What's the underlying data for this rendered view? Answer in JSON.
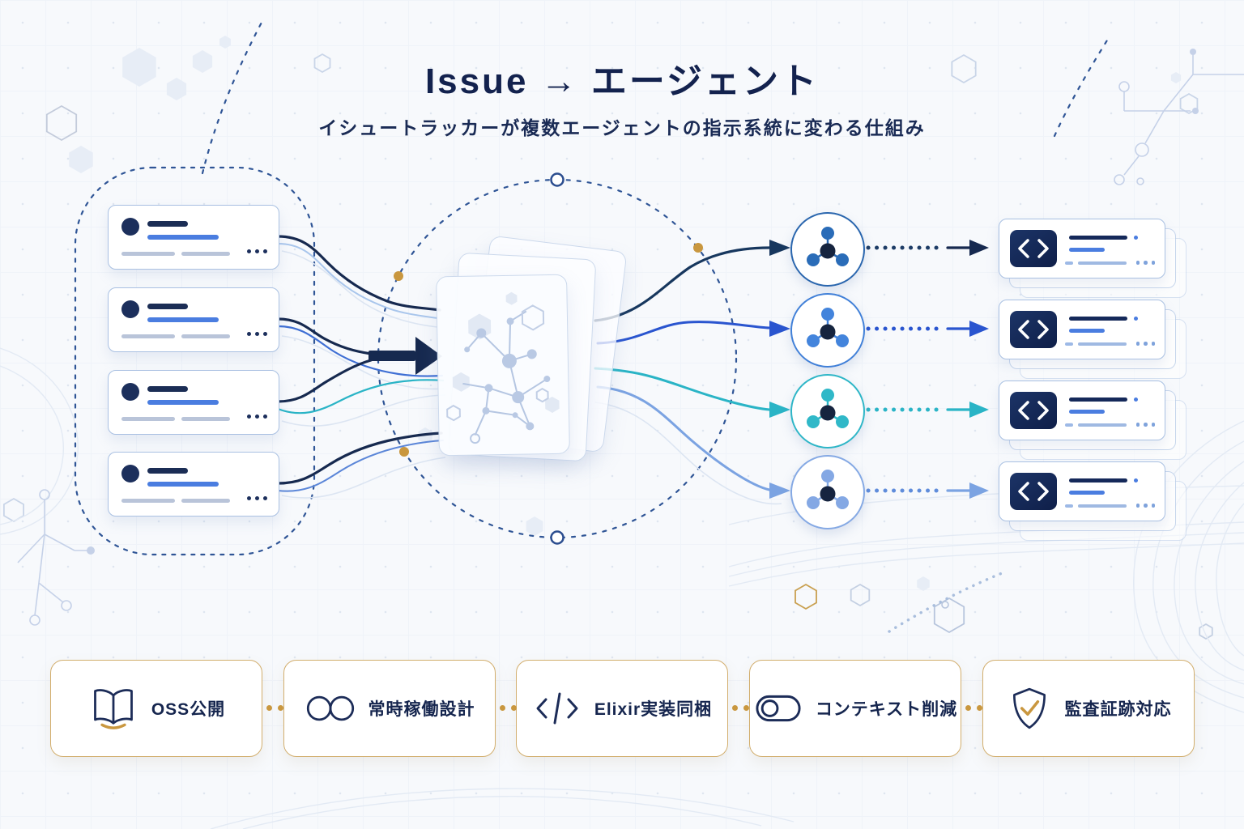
{
  "header": {
    "title": "Issue → エージェント",
    "subtitle": "イシュートラッカーが複数エージェントの指示系統に変わる仕組み"
  },
  "flow": {
    "issue_group": {
      "card_count": 4
    },
    "processor": {
      "stack_count": 3,
      "icon": "molecule-icon"
    },
    "agents": [
      {
        "name": "agent-1",
        "color": "#2a66ae",
        "connector_color": "#17375e"
      },
      {
        "name": "agent-2",
        "color": "#4180d8",
        "connector_color": "#2a55cf"
      },
      {
        "name": "agent-3",
        "color": "#2eb6c7",
        "connector_color": "#2ab4c6"
      },
      {
        "name": "agent-4",
        "color": "#85a9e4",
        "connector_color": "#7ba3e2"
      }
    ],
    "output_cards": {
      "count": 4,
      "icon": "code-icon"
    }
  },
  "features": [
    {
      "label": "OSS公開",
      "icon": "open-book-icon"
    },
    {
      "label": "常時稼働設計",
      "icon": "infinity-icon"
    },
    {
      "label": "Elixir実装同梱",
      "icon": "code-slash-icon"
    },
    {
      "label": "コンテキスト削減",
      "icon": "toggle-icon"
    },
    {
      "label": "監査証跡対応",
      "icon": "shield-check-icon"
    }
  ],
  "colors": {
    "navy": "#15254e",
    "blue": "#4a7de0",
    "royal_blue": "#2a55cf",
    "teal": "#2ab4c6",
    "light_blue": "#7ba3e2",
    "gold": "#c9973f",
    "gold_border": "#d2ae6d",
    "card_border": "#a9c0e2",
    "background": "#f7f9fc"
  }
}
